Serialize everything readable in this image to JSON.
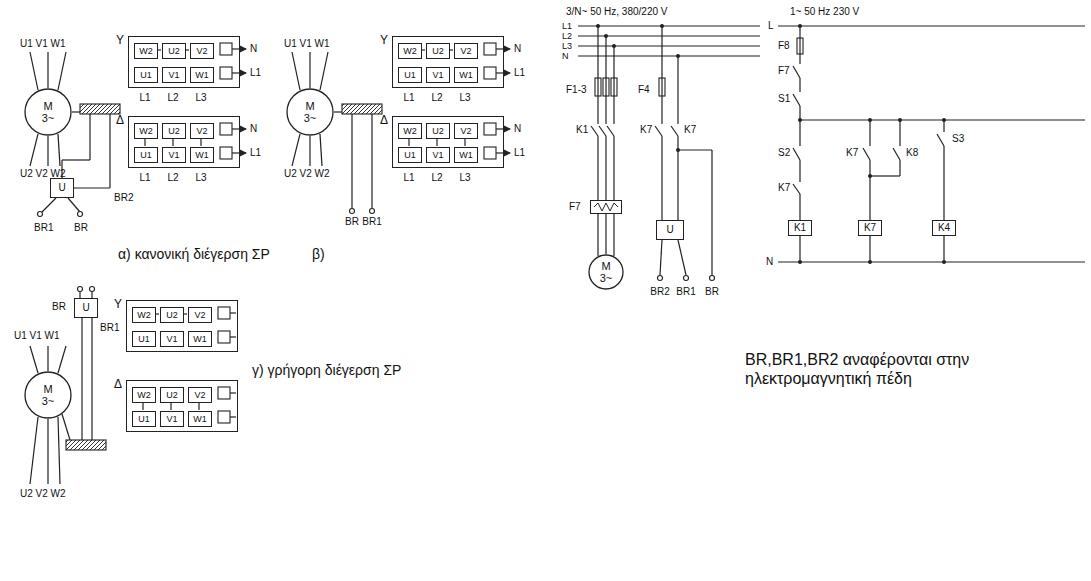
{
  "diagram": {
    "nodes": [
      {
        "text": [
          "M",
          "3~"
        ]
      },
      {
        "text": [
          "U"
        ]
      },
      {
        "text": [
          "Y"
        ]
      },
      {
        "text": [
          "W2"
        ],
        "in": 2
      },
      {
        "text": [
          "U2"
        ],
        "in": 2
      },
      {
        "text": [
          "V2"
        ],
        "in": 2
      },
      {
        "text": [
          "U1"
        ],
        "in": 2
      },
      {
        "text": [
          "V1"
        ],
        "in": 2
      },
      {
        "text": [
          "W1"
        ],
        "in": 2
      },
      {
        "text": [
          "Δ"
        ]
      },
      {
        "text": [
          "W2"
        ],
        "in": 9
      },
      {
        "text": [
          "U2"
        ],
        "in": 9
      },
      {
        "text": [
          "V2"
        ],
        "in": 9
      },
      {
        "text": [
          "U1"
        ],
        "in": 9
      },
      {
        "text": [
          "V1"
        ],
        "in": 9
      },
      {
        "text": [
          "W1"
        ],
        "in": 9
      },
      {
        "text": [
          "M",
          "3~"
        ]
      },
      {
        "text": [
          "Y"
        ]
      },
      {
        "text": [
          "W2"
        ],
        "in": 17
      },
      {
        "text": [
          "U2"
        ],
        "in": 17
      },
      {
        "text": [
          "V2"
        ],
        "in": 17
      },
      {
        "text": [
          "U1"
        ],
        "in": 17
      },
      {
        "text": [
          "V1"
        ],
        "in": 17
      },
      {
        "text": [
          "W1"
        ],
        "in": 17
      },
      {
        "text": [
          "Δ"
        ]
      },
      {
        "text": [
          "W2"
        ],
        "in": 24
      },
      {
        "text": [
          "U2"
        ],
        "in": 24
      },
      {
        "text": [
          "V2"
        ],
        "in": 24
      },
      {
        "text": [
          "U1"
        ],
        "in": 24
      },
      {
        "text": [
          "V1"
        ],
        "in": 24
      },
      {
        "text": [
          "W1"
        ],
        "in": 24
      },
      {
        "text": [
          "M",
          "3~"
        ]
      },
      {
        "text": [
          "U"
        ]
      },
      {
        "text": [
          "Y"
        ]
      },
      {
        "text": [
          "W2"
        ],
        "in": 33
      },
      {
        "text": [
          "U2"
        ],
        "in": 33
      },
      {
        "text": [
          "V2"
        ],
        "in": 33
      },
      {
        "text": [
          "U1"
        ],
        "in": 33
      },
      {
        "text": [
          "V1"
        ],
        "in": 33
      },
      {
        "text": [
          "W1"
        ],
        "in": 33
      },
      {
        "text": [
          "Δ"
        ]
      },
      {
        "text": [
          "W2"
        ],
        "in": 40
      },
      {
        "text": [
          "U2"
        ],
        "in": 40
      },
      {
        "text": [
          "V2"
        ],
        "in": 40
      },
      {
        "text": [
          "U1"
        ],
        "in": 40
      },
      {
        "text": [
          "V1"
        ],
        "in": 40
      },
      {
        "text": [
          "W1"
        ],
        "in": 40
      },
      {
        "text": [
          "F7"
        ]
      },
      {
        "text": [
          "M",
          "3~"
        ]
      },
      {
        "text": [
          "U"
        ]
      },
      {
        "text": [
          "K1"
        ]
      },
      {
        "text": [
          "K7"
        ]
      },
      {
        "text": [
          "K4"
        ]
      }
    ],
    "edges": [
      {
        "from": 47,
        "to": 48,
        "arrow": "none"
      }
    ],
    "labels": [
      "U1 V1 W1",
      "U2 V2 W2",
      "BR2",
      "BR1",
      "BR",
      "N",
      "L1",
      "L1",
      "L2",
      "L3",
      "N",
      "L1",
      "L1",
      "L2",
      "L3",
      "α) κανονική διέγερση ΣΡ",
      "β)",
      "U1 V1 W1",
      "U2 V2 W2",
      "BR",
      "BR1",
      "N",
      "L1",
      "L1",
      "L2",
      "L3",
      "N",
      "L1",
      "L1",
      "L2",
      "L3",
      "BR",
      "BR1",
      "U1 V1 W1",
      "U2 V2 W2",
      "γ) γρήγορη διέγερση ΣΡ",
      "3/N~ 50 Hz, 380/220 V",
      "1~ 50 Hz 230 V",
      "L1",
      "L2",
      "L3",
      "N",
      "F1-3",
      "F4",
      "K1",
      "K7",
      "K7",
      "BR2",
      "BR1",
      "BR",
      "L",
      "F8",
      "F7",
      "S1",
      "S2",
      "K7",
      "K7",
      "K8",
      "S3",
      "N",
      "BR,BR1,BR2 αναφέρονται στην ηλεκτρομαγνητική πέδη"
    ]
  }
}
